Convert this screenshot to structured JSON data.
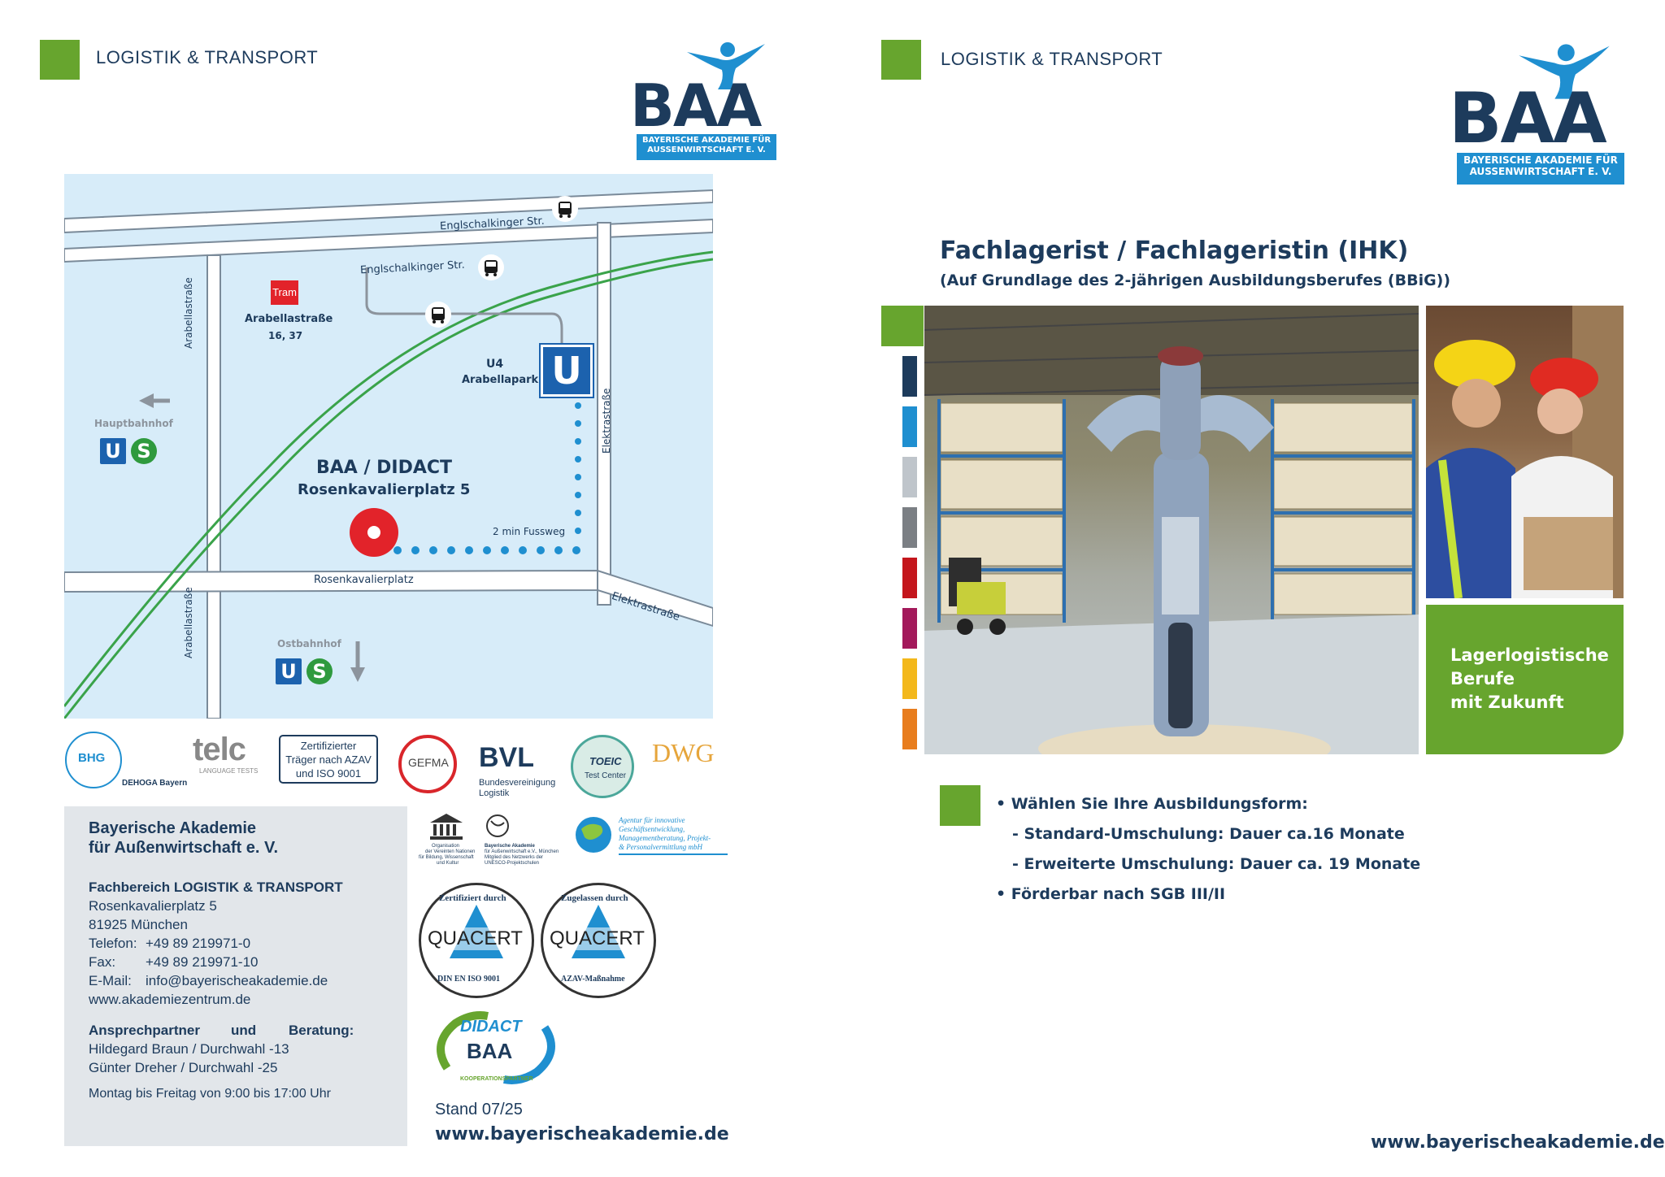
{
  "left_page": {
    "section_label": "LOGISTIK & TRANSPORT",
    "logo": {
      "word": "BAA",
      "line1": "BAYERISCHE AKADEMIE FÜR",
      "line2": "AUSSENWIRTSCHAFT E. V."
    },
    "map": {
      "street_top": "Englschalkinger Str.",
      "street_mid": "Englschalkinger Str.",
      "tram_badge": "Tram",
      "tram_stop": "Arabellastraße",
      "tram_lines": "16, 37",
      "u4_line": "U4",
      "u4_station": "Arabellapark",
      "u_glyph": "U",
      "s_glyph": "S",
      "hbf": "Hauptbahnhof",
      "ostbahnhof": "Ostbahnhof",
      "target_title": "BAA / DIDACT",
      "target_address": "Rosenkavalierplatz 5",
      "walk": "2 min Fussweg",
      "street_bottom": "Rosenkavalierplatz",
      "street_arabella_upper": "Arabellastraße",
      "street_arabella_lower": "Arabellastraße",
      "street_elektra_vertical": "Elektrastraße",
      "street_elektra_diag": "Elektrastraße"
    },
    "certs": {
      "dehoga": "DEHOGA Bayern",
      "bhg": "BHG",
      "telc": "telc",
      "telc_sub": "LANGUAGE TESTS",
      "azav_l1": "Zertifizierter",
      "azav_l2": "Träger nach AZAV",
      "azav_l3": "und ISO 9001",
      "gefma": "GEFMA",
      "bvl": "BVL",
      "bvl_sub1": "Bundesvereinigung",
      "bvl_sub2": "Logistik",
      "toeic": "TOEIC",
      "toeic_sub": "Test Center",
      "dwg": "DWG",
      "unesco_l1": "Organisation",
      "unesco_l2": "der Vereinten Nationen",
      "unesco_l3": "für Bildung, Wissenschaft",
      "unesco_l4": "und Kultur",
      "baa_unesco_l1": "Bayerische Akademie",
      "baa_unesco_l2": "für Außenwirtschaft e.V., München",
      "baa_unesco_l3": "Mitglied des Netzwerks der",
      "baa_unesco_l4": "UNESCO-Projektschulen",
      "agentur_l1": "Agentur für innovative",
      "agentur_l2": "Geschäftsentwicklung,",
      "agentur_l3": "Managementberatung, Projekt-",
      "agentur_l4": "& Personalvermittlung mbH",
      "quacert_word": "QUACERT",
      "quacert1_top": "Zertifiziert durch",
      "quacert1_bottom": "DIN EN ISO 9001",
      "quacert2_top": "Zugelassen durch",
      "quacert2_bottom": "AZAV-Maßnahme",
      "didact": "DIDACT",
      "didact_baa": "BAA",
      "didact_partner": "KOOPERATIONSPARTNER"
    },
    "contact": {
      "org1": "Bayerische Akademie",
      "org2": "für Außenwirtschaft e. V.",
      "dept": "Fachbereich LOGISTIK & TRANSPORT",
      "street": "Rosenkavalierplatz 5",
      "city": "81925 München",
      "tel_label": "Telefon:",
      "tel": "+49 89 219971-0",
      "fax_label": "Fax:",
      "fax": "+49 89 219971-10",
      "email_label": "E-Mail:",
      "email": "info@bayerischeakademie.de",
      "web": "www.akademiezentrum.de",
      "partner_a": "Ansprechpartner",
      "partner_b": "und",
      "partner_c": "Beratung:",
      "person1": "Hildegard Braun / Durchwahl -13",
      "person2": "Günter Dreher / Durchwahl -25",
      "hours": "Montag bis Freitag von 9:00 bis 17:00 Uhr"
    },
    "stand": "Stand 07/25",
    "url": "www.bayerischeakademie.de"
  },
  "right_page": {
    "section_label": "LOGISTIK & TRANSPORT",
    "logo": {
      "word": "BAA",
      "line1": "BAYERISCHE AKADEMIE FÜR",
      "line2": "AUSSENWIRTSCHAFT E. V."
    },
    "title": "Fachlagerist / Fachlageristin (IHK)",
    "subtitle": "(Auf Grundlage des 2-jährigen Ausbildungsberufes (BBiG))",
    "tagline1": "Lagerlogistische",
    "tagline2": "Berufe",
    "tagline3": "mit Zukunft",
    "bullets": {
      "b1": "•  Wählen Sie Ihre Ausbildungsform:",
      "b1a": "-  Standard-Umschulung: Dauer ca.16 Monate",
      "b1b": "-  Erweiterte Umschulung: Dauer ca. 19 Monate",
      "b2": "•  Förderbar nach SGB III/II"
    },
    "url": "www.bayerischeakademie.de"
  },
  "colors": {
    "navy": "#1d3b5c",
    "green": "#67a52e",
    "blue": "#1f8fd0",
    "map_bg": "#d7ecf9",
    "gray_box": "#e2e6ea"
  }
}
